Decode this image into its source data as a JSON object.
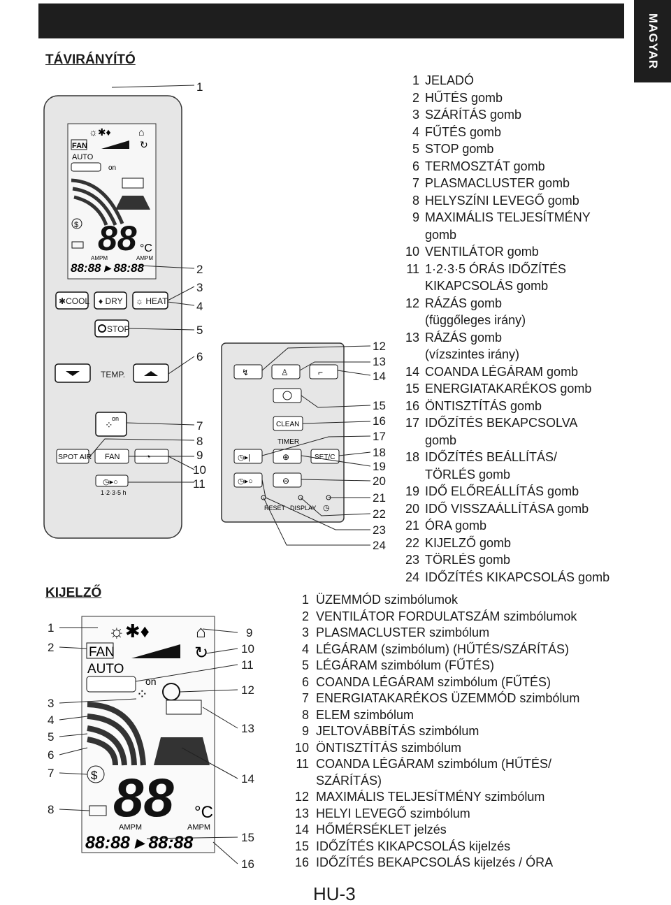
{
  "header": {
    "side_tab": "MAGYAR"
  },
  "remote_section": {
    "title": "TÁVIRÁNYÍTÓ",
    "button_labels": {
      "fan_lcd": "FAN",
      "auto": "AUTO",
      "on": "on",
      "ampm": "AMPM",
      "celsius": "°C",
      "cool": "COOL",
      "dry": "DRY",
      "heat": "HEAT",
      "stop": "STOP",
      "temp": "TEMP.",
      "spot_air": "SPOT AIR",
      "fan": "FAN",
      "timer_hours": "1·2·3·5 h",
      "clean": "CLEAN",
      "timer": "TIMER",
      "set_c": "SET/C",
      "reset": "RESET",
      "display": "DISPLAY"
    },
    "callouts": [
      "1",
      "2",
      "3",
      "4",
      "5",
      "6",
      "7",
      "8",
      "9",
      "10",
      "11",
      "12",
      "13",
      "14",
      "15",
      "16",
      "17",
      "18",
      "19",
      "20",
      "21",
      "22",
      "23",
      "24"
    ],
    "items": [
      {
        "n": "1",
        "t": "JELADÓ"
      },
      {
        "n": "2",
        "t": "HŰTÉS gomb"
      },
      {
        "n": "3",
        "t": "SZÁRÍTÁS gomb"
      },
      {
        "n": "4",
        "t": "FŰTÉS gomb"
      },
      {
        "n": "5",
        "t": "STOP gomb"
      },
      {
        "n": "6",
        "t": "TERMOSZTÁT gomb"
      },
      {
        "n": "7",
        "t": "PLASMACLUSTER gomb"
      },
      {
        "n": "8",
        "t": "HELYSZÍNI LEVEGŐ gomb"
      },
      {
        "n": "9",
        "t": "MAXIMÁLIS TELJESÍTMÉNY"
      },
      {
        "n": "",
        "t": "gomb"
      },
      {
        "n": "10",
        "t": "VENTILÁTOR gomb"
      },
      {
        "n": "11",
        "t": "1·2·3·5 ÓRÁS IDŐZÍTÉS"
      },
      {
        "n": "",
        "t": "KIKAPCSOLÁS gomb"
      },
      {
        "n": "12",
        "t": "RÁZÁS gomb"
      },
      {
        "n": "",
        "t": "(függőleges irány)"
      },
      {
        "n": "13",
        "t": "RÁZÁS gomb"
      },
      {
        "n": "",
        "t": "(vízszintes irány)"
      },
      {
        "n": "14",
        "t": "COANDA LÉGÁRAM gomb"
      },
      {
        "n": "15",
        "t": "ENERGIATAKARÉKOS gomb"
      },
      {
        "n": "16",
        "t": "ÖNTISZTÍTÁS gomb"
      },
      {
        "n": "17",
        "t": "IDŐZÍTÉS BEKAPCSOLVA"
      },
      {
        "n": "",
        "t": "gomb"
      },
      {
        "n": "18",
        "t": "IDŐZÍTÉS BEÁLLÍTÁS/"
      },
      {
        "n": "",
        "t": "TÖRLÉS gomb"
      },
      {
        "n": "19",
        "t": "IDŐ ELŐREÁLLÍTÁS gomb"
      },
      {
        "n": "20",
        "t": "IDŐ VISSZAÁLLÍTÁSA gomb"
      },
      {
        "n": "21",
        "t": "ÓRA gomb"
      },
      {
        "n": "22",
        "t": "KIJELZŐ gomb"
      },
      {
        "n": "23",
        "t": "TÖRLÉS gomb"
      },
      {
        "n": "24",
        "t": "IDŐZÍTÉS KIKAPCSOLÁS gomb"
      }
    ]
  },
  "display_section": {
    "title": "KIJELZŐ",
    "labels": {
      "fan": "FAN",
      "auto": "AUTO",
      "on": "on",
      "ampm": "AMPM",
      "celsius": "°C"
    },
    "callouts": [
      "1",
      "2",
      "3",
      "4",
      "5",
      "6",
      "7",
      "8",
      "9",
      "10",
      "11",
      "12",
      "13",
      "14",
      "15",
      "16"
    ],
    "items": [
      {
        "n": "1",
        "t": "ÜZEMMÓD szimbólumok"
      },
      {
        "n": "2",
        "t": "VENTILÁTOR FORDULATSZÁM szimbólumok"
      },
      {
        "n": "3",
        "t": "PLASMACLUSTER szimbólum"
      },
      {
        "n": "4",
        "t": "LÉGÁRAM (szimbólum) (HŰTÉS/SZÁRÍTÁS)"
      },
      {
        "n": "5",
        "t": "LÉGÁRAM szimbólum (FŰTÉS)"
      },
      {
        "n": "6",
        "t": "COANDA LÉGÁRAM szimbólum (FŰTÉS)"
      },
      {
        "n": "7",
        "t": "ENERGIATAKARÉKOS ÜZEMMÓD szimbólum"
      },
      {
        "n": "8",
        "t": "ELEM szimbólum"
      },
      {
        "n": "9",
        "t": "JELTOVÁBBÍTÁS szimbólum"
      },
      {
        "n": "10",
        "t": "ÖNTISZTÍTÁS szimbólum"
      },
      {
        "n": "11",
        "t": "COANDA LÉGÁRAM szimbólum (HŰTÉS/"
      },
      {
        "n": "",
        "t": "SZÁRÍTÁS)"
      },
      {
        "n": "12",
        "t": "MAXIMÁLIS TELJESÍTMÉNY szimbólum"
      },
      {
        "n": "13",
        "t": "HELYI LEVEGŐ szimbólum"
      },
      {
        "n": "14",
        "t": "HŐMÉRSÉKLET jelzés"
      },
      {
        "n": "15",
        "t": "IDŐZÍTÉS KIKAPCSOLÁS kijelzés"
      },
      {
        "n": "16",
        "t": "IDŐZÍTÉS BEKAPCSOLÁS kijelzés / ÓRA"
      }
    ]
  },
  "footer": {
    "page": "HU-3"
  }
}
